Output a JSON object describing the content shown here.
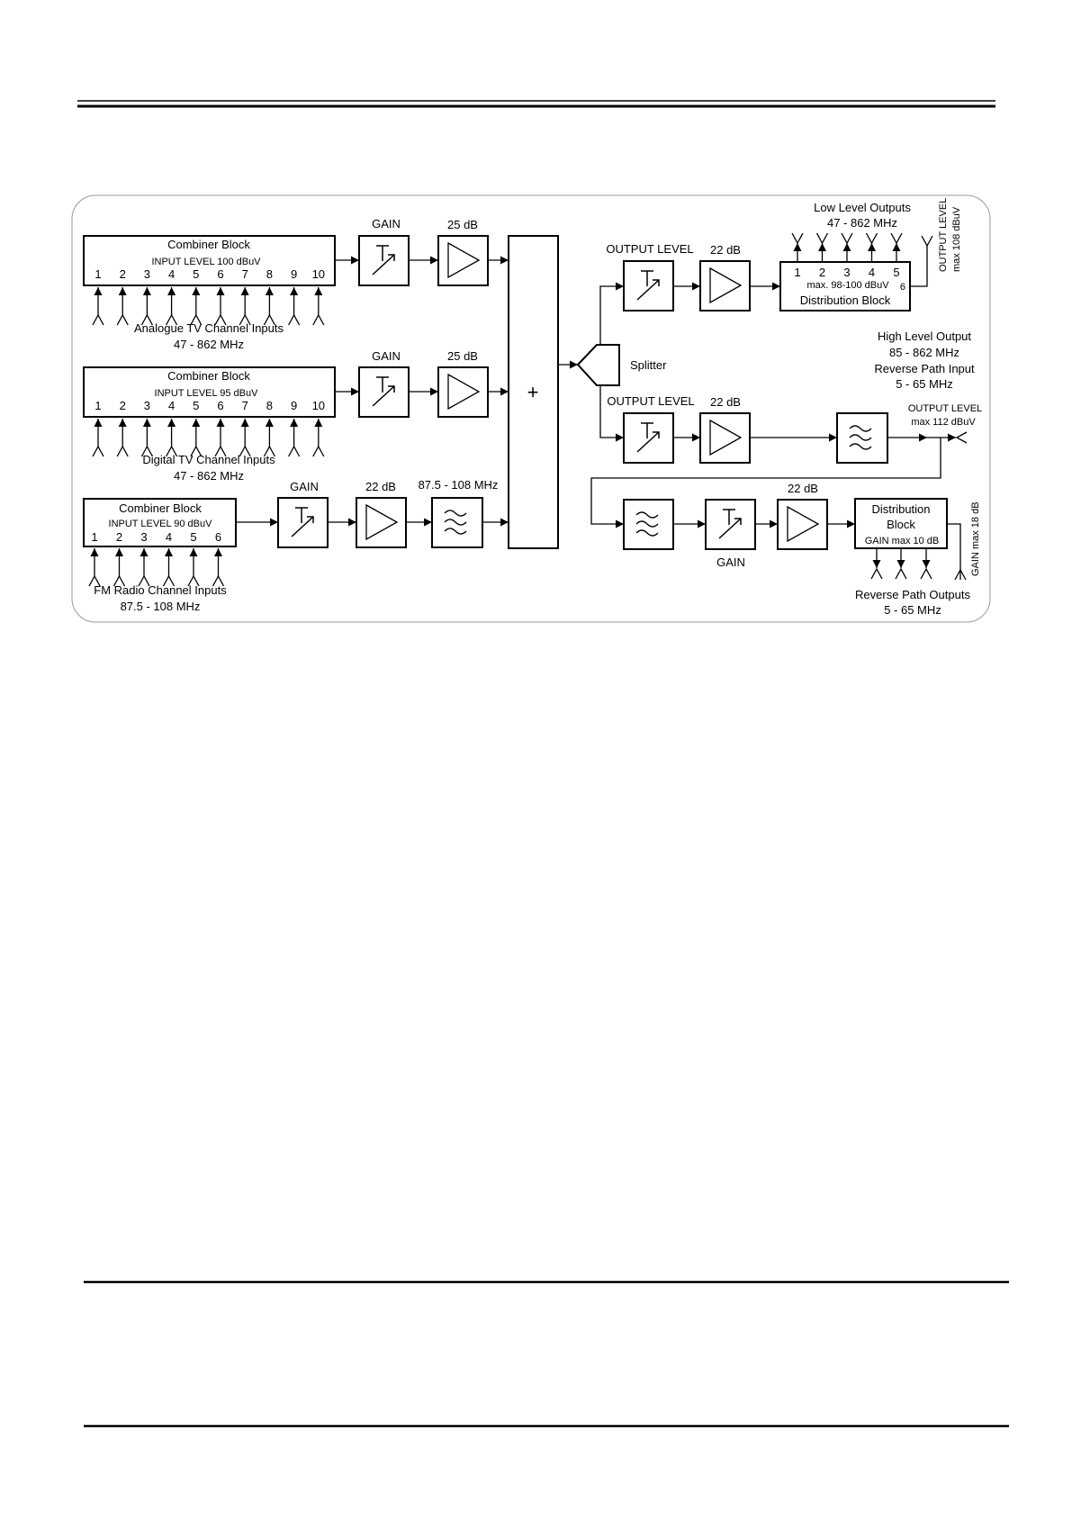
{
  "combiners": [
    {
      "title": "Combiner Block",
      "level": "INPUT LEVEL  100 dBuV",
      "ports": [
        "1",
        "2",
        "3",
        "4",
        "5",
        "6",
        "7",
        "8",
        "9",
        "10"
      ],
      "caption": [
        "Analogue TV Channel Inputs",
        "47 - 862 MHz"
      ]
    },
    {
      "title": "Combiner Block",
      "level": "INPUT LEVEL 95 dBuV",
      "ports": [
        "1",
        "2",
        "3",
        "4",
        "5",
        "6",
        "7",
        "8",
        "9",
        "10"
      ],
      "caption": [
        "Digital TV Channel Inputs",
        "47 - 862 MHz"
      ]
    },
    {
      "title": "Combiner Block",
      "level": "INPUT LEVEL 90 dBuV",
      "ports": [
        "1",
        "2",
        "3",
        "4",
        "5",
        "6"
      ],
      "caption": [
        "FM Radio Channel Inputs",
        "87.5 - 108 MHz"
      ]
    }
  ],
  "labels": {
    "gain": "GAIN",
    "amp25": "25 dB",
    "amp22": "22 dB",
    "fm_filter": "87.5 - 108 MHz",
    "summer": "+",
    "splitter": "Splitter",
    "output_level": "OUTPUT LEVEL"
  },
  "low_outputs": {
    "title": [
      "Low Level Outputs",
      "47 - 862 MHz"
    ],
    "block_level": "max. 98-100 dBuV",
    "block_title": "Distribution Block",
    "ports": [
      "1",
      "2",
      "3",
      "4",
      "5"
    ],
    "port6": "6",
    "side_label": [
      "OUTPUT LEVEL",
      "max 108 dBuV"
    ]
  },
  "high_output": {
    "info": [
      "High Level Output",
      "85 - 862 MHz",
      "Reverse Path Input",
      "5 - 65 MHz"
    ],
    "level": [
      "OUTPUT LEVEL",
      "max 112 dBuV"
    ]
  },
  "reverse": {
    "block_title": [
      "Distribution",
      "Block"
    ],
    "block_gain": "GAIN max 10 dB",
    "side_gain": "GAIN max 18 dB",
    "outputs": [
      "Reverse Path Outputs",
      "5 - 65 MHz"
    ]
  }
}
